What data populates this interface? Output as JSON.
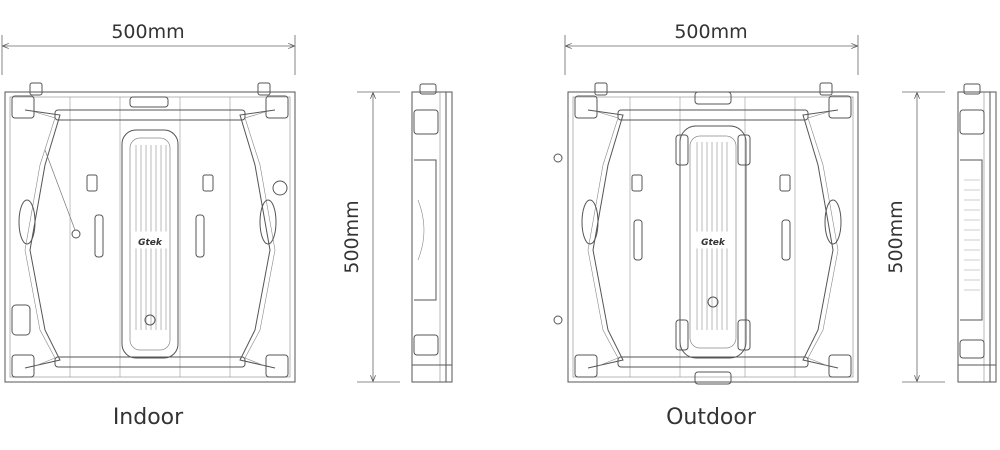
{
  "indoor": {
    "width_label": "500mm",
    "height_label": "500mm",
    "caption": "Indoor",
    "logo": "Gtek"
  },
  "outdoor": {
    "width_label": "500mm",
    "height_label": "500mm",
    "caption": "Outdoor",
    "logo": "Gtek"
  },
  "colors": {
    "line": "#555555",
    "text": "#333333",
    "background": "#ffffff"
  }
}
